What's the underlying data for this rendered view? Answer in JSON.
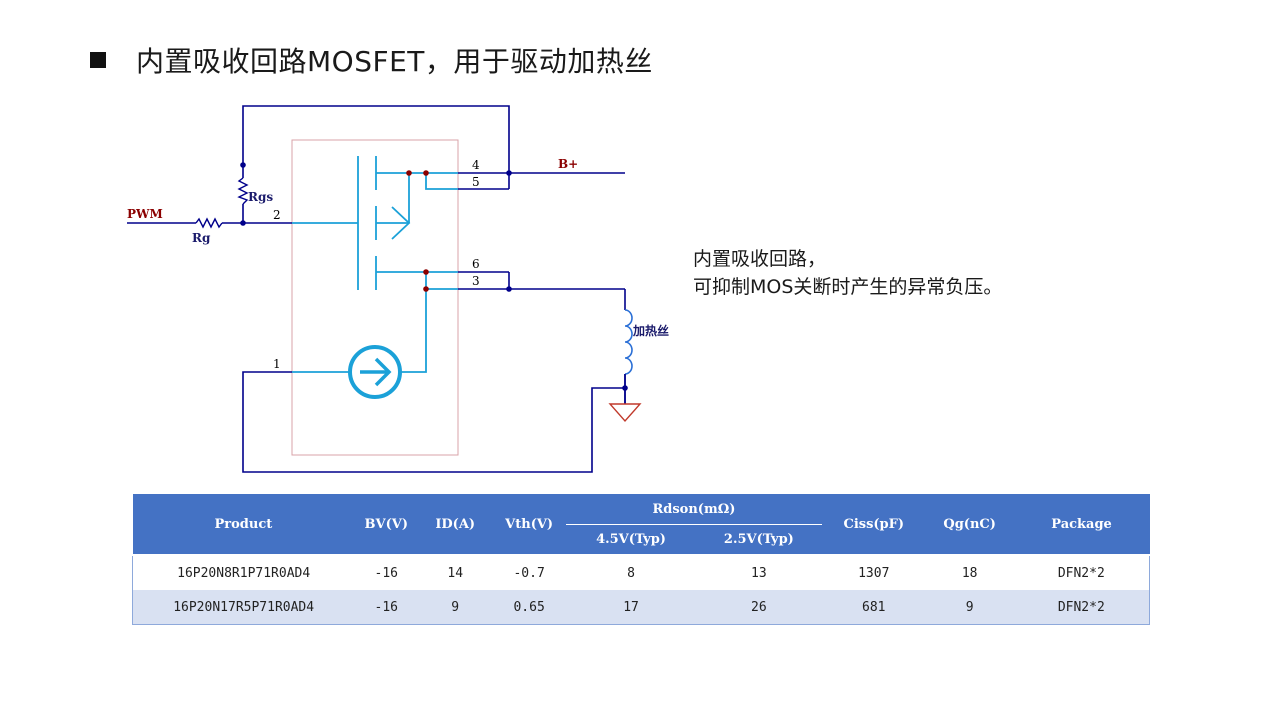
{
  "slide": {
    "title": "内置吸收回路MOSFET，用于驱动加热丝"
  },
  "schematic": {
    "labels": {
      "pwm": "PWM",
      "rg": "Rg",
      "rgs": "Rgs",
      "b_plus": "B+",
      "heater": "加热丝",
      "pin1": "1",
      "pin2": "2",
      "pin3": "3",
      "pin4": "4",
      "pin5": "5",
      "pin6": "6"
    },
    "colors": {
      "wire": "#00008b",
      "internal": "#1ba1d8",
      "node": "#8b0000",
      "box": "#d9a3a8",
      "coil": "#2a6fd6",
      "ground": "#c0392b"
    }
  },
  "note": {
    "line1": "内置吸收回路，",
    "line2": "可抑制MOS关断时产生的异常负压。"
  },
  "table": {
    "headers": {
      "product": "Product",
      "bv": "BV(V)",
      "id": "ID(A)",
      "vth": "Vth(V)",
      "rdson": "Rdson(mΩ)",
      "rdson_45": "4.5V(Typ)",
      "rdson_25": "2.5V(Typ)",
      "ciss": "Ciss(pF)",
      "qg": "Qg(nC)",
      "package": "Package"
    },
    "rows": [
      {
        "product": "16P20N8R1P71R0AD4",
        "bv": "-16",
        "id": "14",
        "vth": "-0.7",
        "rdson_45": "8",
        "rdson_25": "13",
        "ciss": "1307",
        "qg": "18",
        "package": "DFN2*2"
      },
      {
        "product": "16P20N17R5P71R0AD4",
        "bv": "-16",
        "id": "9",
        "vth": "0.65",
        "rdson_45": "17",
        "rdson_25": "26",
        "ciss": "681",
        "qg": "9",
        "package": "DFN2*2"
      }
    ]
  }
}
